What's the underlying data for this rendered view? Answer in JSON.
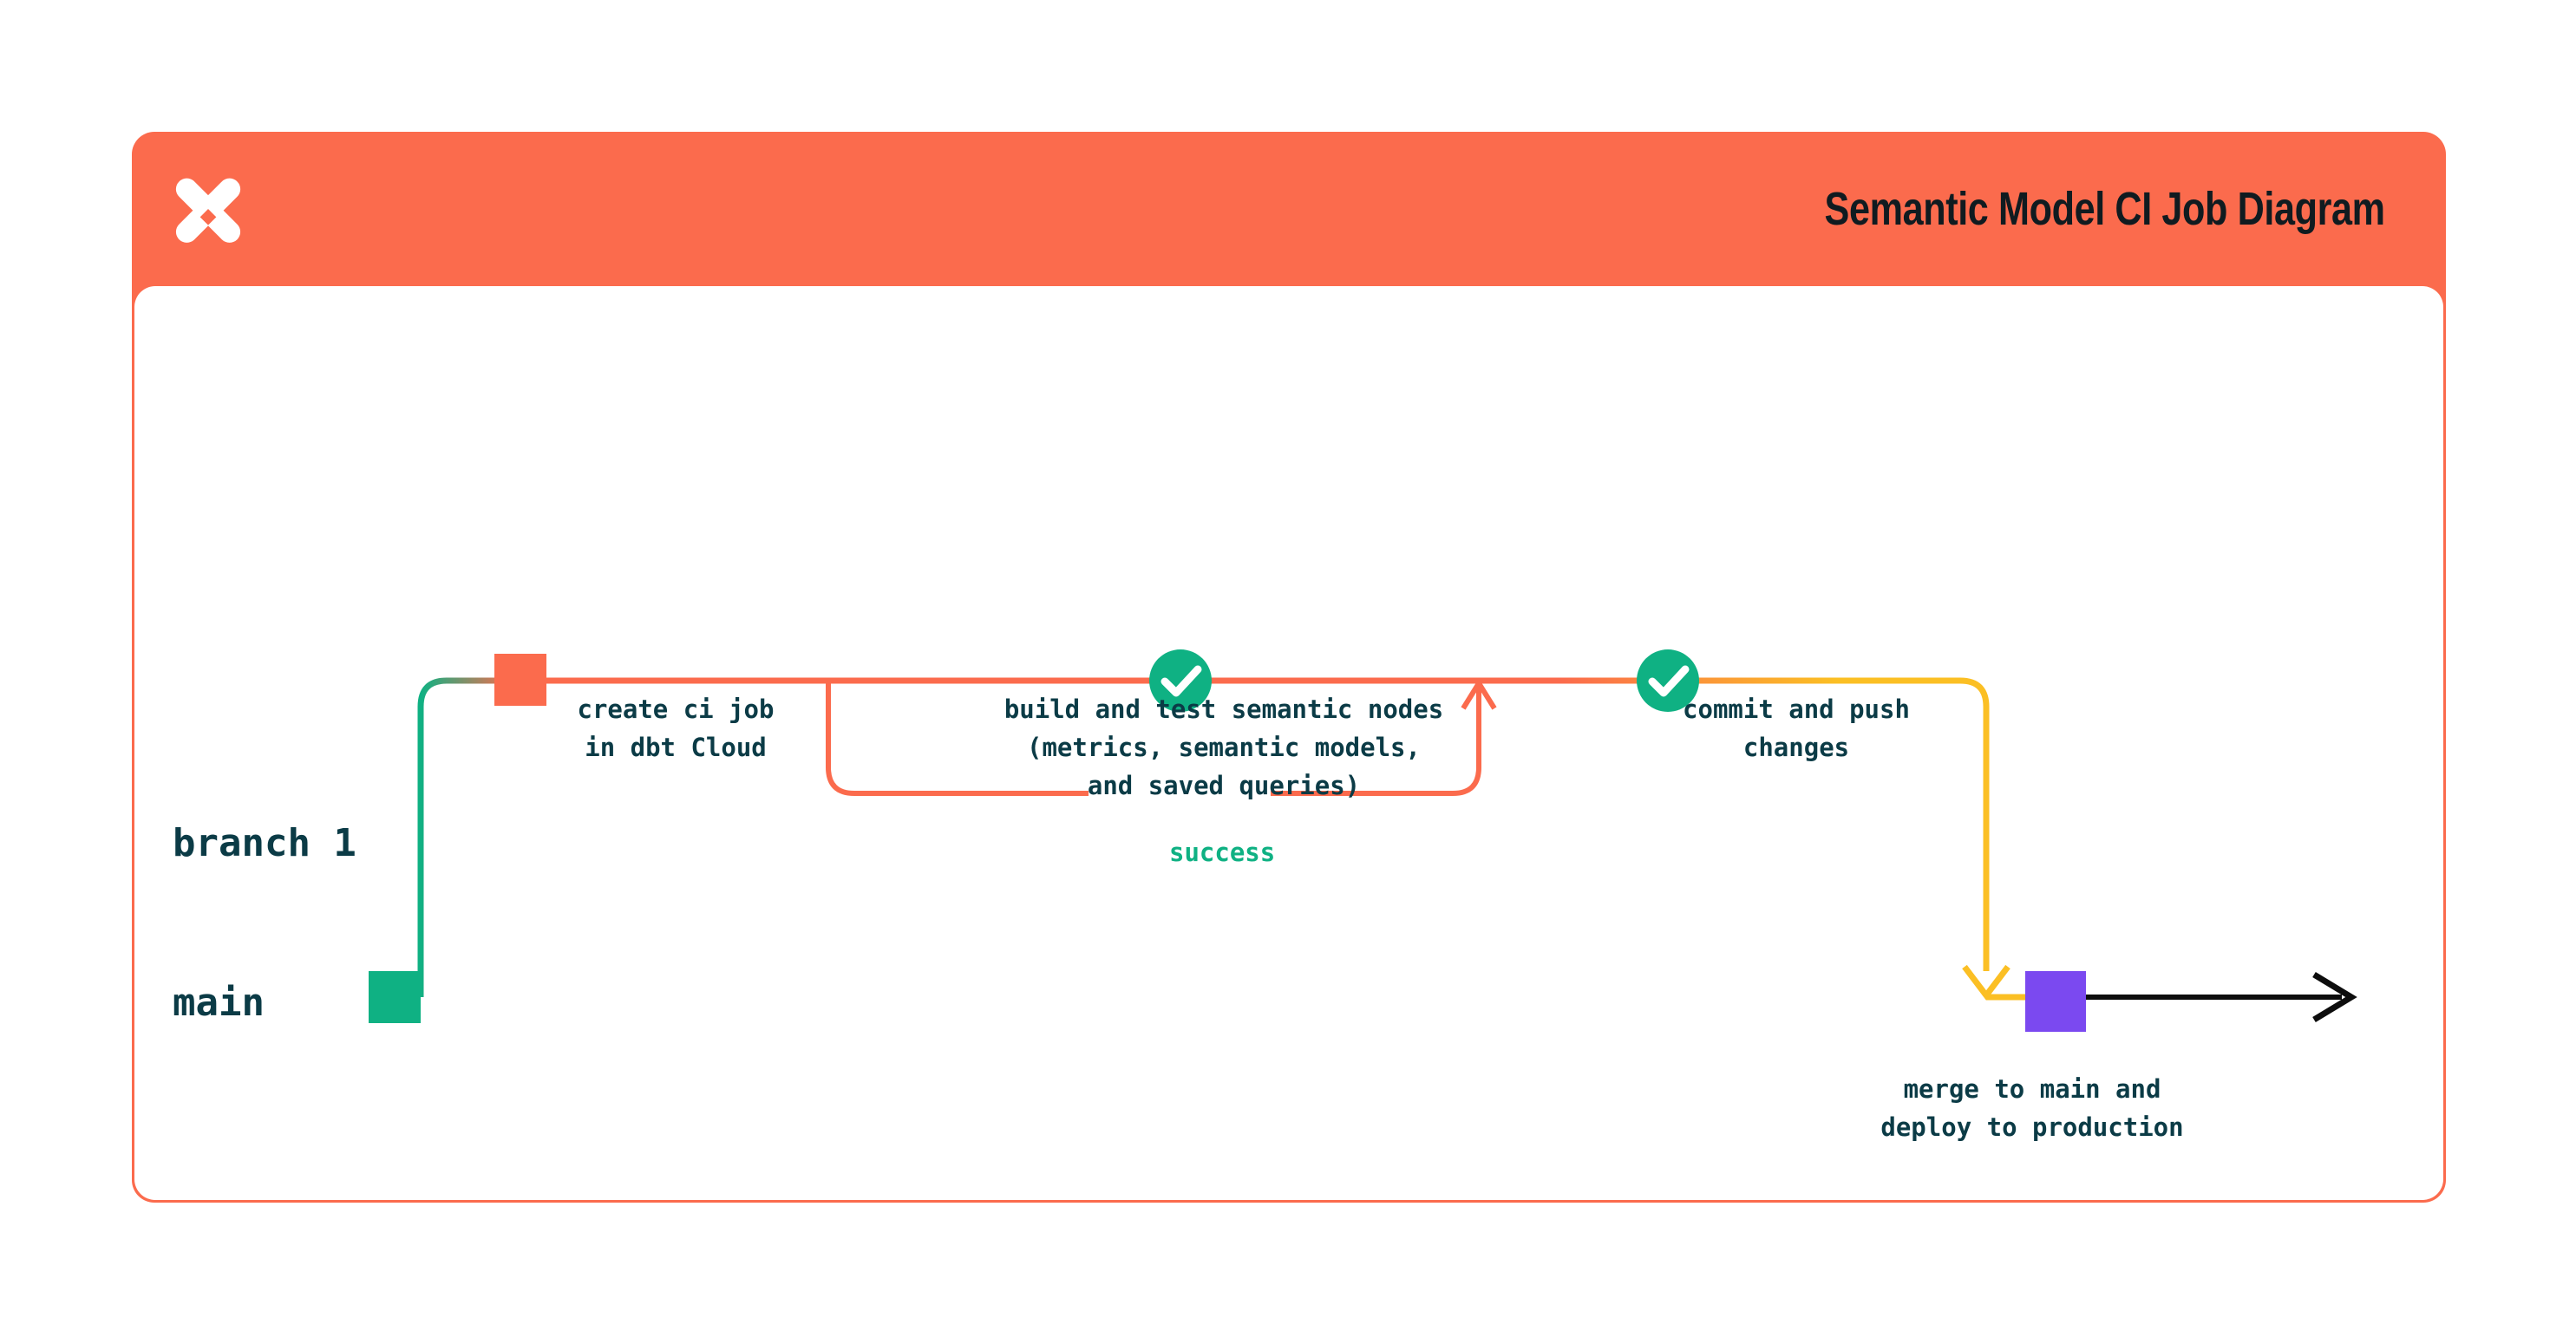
{
  "header": {
    "title": "Semantic Model CI Job Diagram",
    "logo_icon": "dbt-logo-icon",
    "background_color": "#FB6B4D",
    "title_color": "#101B20"
  },
  "diagram": {
    "type": "git-branch-flow",
    "lanes": [
      {
        "id": "branch-1",
        "label": "branch 1",
        "color": "#FB6B4D"
      },
      {
        "id": "main",
        "label": "main",
        "color": "#0FB183"
      }
    ],
    "nodes": [
      {
        "id": "create-ci-job",
        "lane": "branch-1",
        "shape": "square",
        "color": "#FB6B4D",
        "label": "create ci job\nin dbt Cloud"
      },
      {
        "id": "build-and-test",
        "lane": "branch-1",
        "shape": "check-circle",
        "color": "#0FB183",
        "icon": "check-icon",
        "label": "build and test semantic nodes\n(metrics, semantic models,\nand saved queries)"
      },
      {
        "id": "commit-and-push",
        "lane": "branch-1",
        "shape": "check-circle",
        "color": "#0FB183",
        "icon": "check-icon",
        "label": "commit and push\nchanges"
      },
      {
        "id": "main-start",
        "lane": "main",
        "shape": "square",
        "color": "#0FB183",
        "label": ""
      },
      {
        "id": "merge-to-main",
        "lane": "main",
        "shape": "square",
        "color": "#7B49F0",
        "label": "merge to main and\ndeploy to production"
      }
    ],
    "loop": {
      "id": "retry-loop",
      "label": "success",
      "label_color": "#0FB183",
      "stroke_color": "#FB6B4D"
    },
    "colors": {
      "branch_line_start": "#0FB183",
      "branch_line_mid": "#FB6B4D",
      "branch_line_end": "#FBBF24",
      "main_line": "#0FB183",
      "merge_arrow": "#FBBF24",
      "production_arrow": "#0D0D0D",
      "text": "#0B3B46",
      "purple_node": "#7B49F0"
    }
  }
}
